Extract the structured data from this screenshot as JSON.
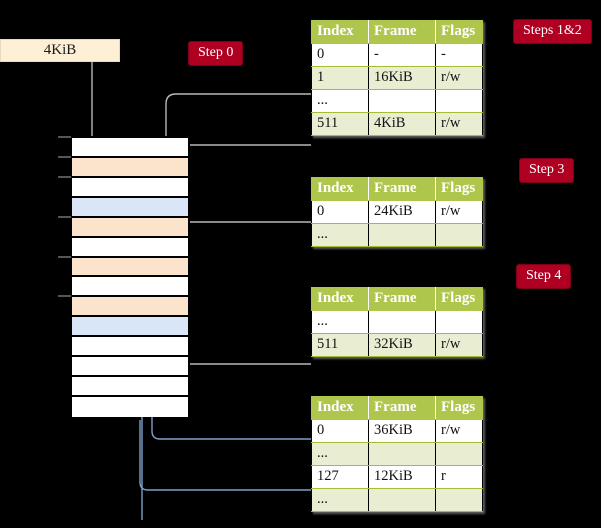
{
  "diagram": {
    "title_badges": [
      {
        "id": "step0",
        "label": "Step 0"
      },
      {
        "id": "steps12",
        "label": "Steps 1&2"
      },
      {
        "id": "step3",
        "label": "Step 3"
      },
      {
        "id": "step4",
        "label": "Step 4"
      }
    ],
    "source_box": {
      "label": "4KiB"
    },
    "memory_column": {
      "rows": [
        {
          "index": 0,
          "fill": "white",
          "tick": true
        },
        {
          "index": 1,
          "fill": "orange",
          "tick": true
        },
        {
          "index": 2,
          "fill": "white",
          "tick": true
        },
        {
          "index": 3,
          "fill": "blue",
          "tick": false
        },
        {
          "index": 4,
          "fill": "orange",
          "tick": true
        },
        {
          "index": 5,
          "fill": "white",
          "tick": false
        },
        {
          "index": 6,
          "fill": "orange",
          "tick": true
        },
        {
          "index": 7,
          "fill": "white",
          "tick": false
        },
        {
          "index": 8,
          "fill": "orange",
          "tick": true
        },
        {
          "index": 9,
          "fill": "blue",
          "tick": false
        },
        {
          "index": 10,
          "fill": "white",
          "tick": false
        },
        {
          "index": 11,
          "fill": "white",
          "tick": false
        },
        {
          "index": 12,
          "fill": "white",
          "tick": false
        },
        {
          "index": 13,
          "fill": "white",
          "tick": false
        }
      ],
      "colors": {
        "orange": "#fce3cc",
        "blue": "#d9e6f7",
        "white": "#ffffff",
        "border": "#000000"
      }
    },
    "colors": {
      "badge_bg": "#b00022",
      "badge_text": "#ffffff",
      "table_header_bg": "#aec64b",
      "table_row_even": "#e9eed3",
      "table_row_odd": "#ffffff",
      "table_highlight": "#fbf7a8",
      "source_box_bg": "#fdf0d5",
      "wire_gray": "#b3b3b3",
      "wire_blue": "#7e9fc8",
      "page_bg": "#000000"
    },
    "tables": [
      {
        "id": "table-1",
        "columns": [
          "Index",
          "Frame",
          "Flags"
        ],
        "rows": [
          {
            "cells": [
              "0",
              "-",
              "-"
            ],
            "shade": "odd",
            "highlight": false
          },
          {
            "cells": [
              "1",
              "16KiB",
              "r/w"
            ],
            "shade": "even",
            "highlight": false
          },
          {
            "cells": [
              "...",
              "",
              ""
            ],
            "shade": "odd",
            "highlight": false
          },
          {
            "cells": [
              "511",
              "4KiB",
              "r/w"
            ],
            "shade": "even",
            "highlight": true
          }
        ]
      },
      {
        "id": "table-2",
        "columns": [
          "Index",
          "Frame",
          "Flags"
        ],
        "rows": [
          {
            "cells": [
              "0",
              "24KiB",
              "r/w"
            ],
            "shade": "odd",
            "highlight": false
          },
          {
            "cells": [
              "...",
              "",
              ""
            ],
            "shade": "even",
            "highlight": false
          }
        ]
      },
      {
        "id": "table-3",
        "columns": [
          "Index",
          "Frame",
          "Flags"
        ],
        "rows": [
          {
            "cells": [
              "...",
              "",
              ""
            ],
            "shade": "odd",
            "highlight": false
          },
          {
            "cells": [
              "511",
              "32KiB",
              "r/w"
            ],
            "shade": "even",
            "highlight": false
          }
        ]
      },
      {
        "id": "table-4",
        "columns": [
          "Index",
          "Frame",
          "Flags"
        ],
        "rows": [
          {
            "cells": [
              "0",
              "36KiB",
              "r/w"
            ],
            "shade": "odd",
            "highlight": false
          },
          {
            "cells": [
              "...",
              "",
              ""
            ],
            "shade": "even",
            "highlight": false
          },
          {
            "cells": [
              "127",
              "12KiB",
              "r"
            ],
            "shade": "odd",
            "highlight": false
          },
          {
            "cells": [
              "...",
              "",
              ""
            ],
            "shade": "even",
            "highlight": false
          }
        ]
      }
    ]
  }
}
